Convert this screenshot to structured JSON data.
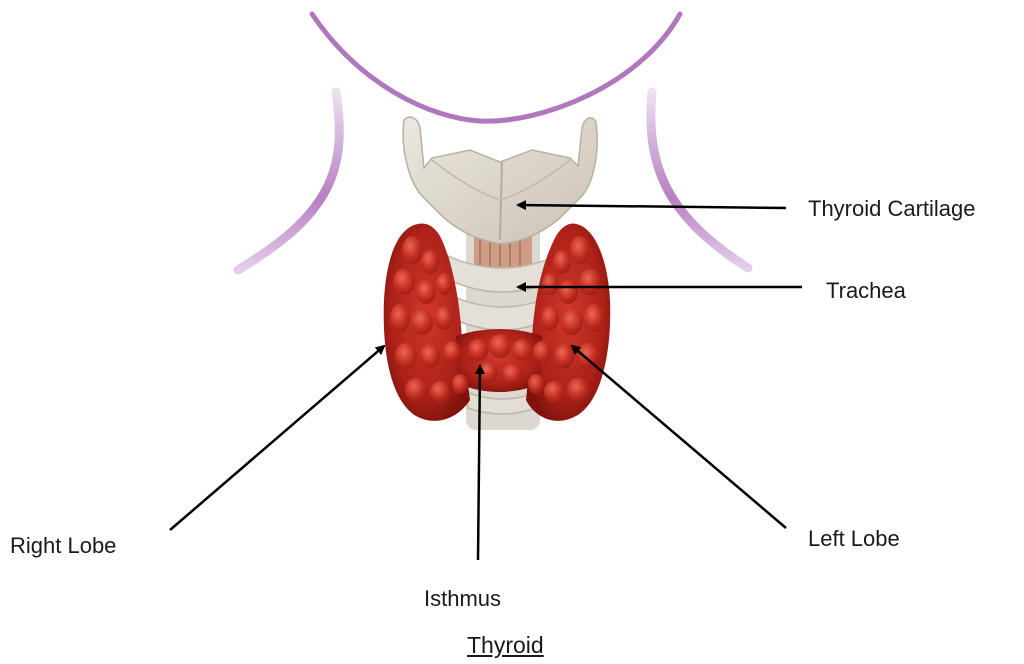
{
  "labels": {
    "thyroid_cartilage": "Thyroid Cartilage",
    "trachea": "Trachea",
    "right_lobe": "Right Lobe",
    "left_lobe": "Left Lobe",
    "isthmus": "Isthmus"
  },
  "caption": "Thyroid",
  "colors": {
    "neck_outline": "#a560b4",
    "cartilage": "#dcd6cc",
    "thyroid_gland": "#b2231a",
    "arrow": "#000000",
    "background": "#ffffff"
  }
}
